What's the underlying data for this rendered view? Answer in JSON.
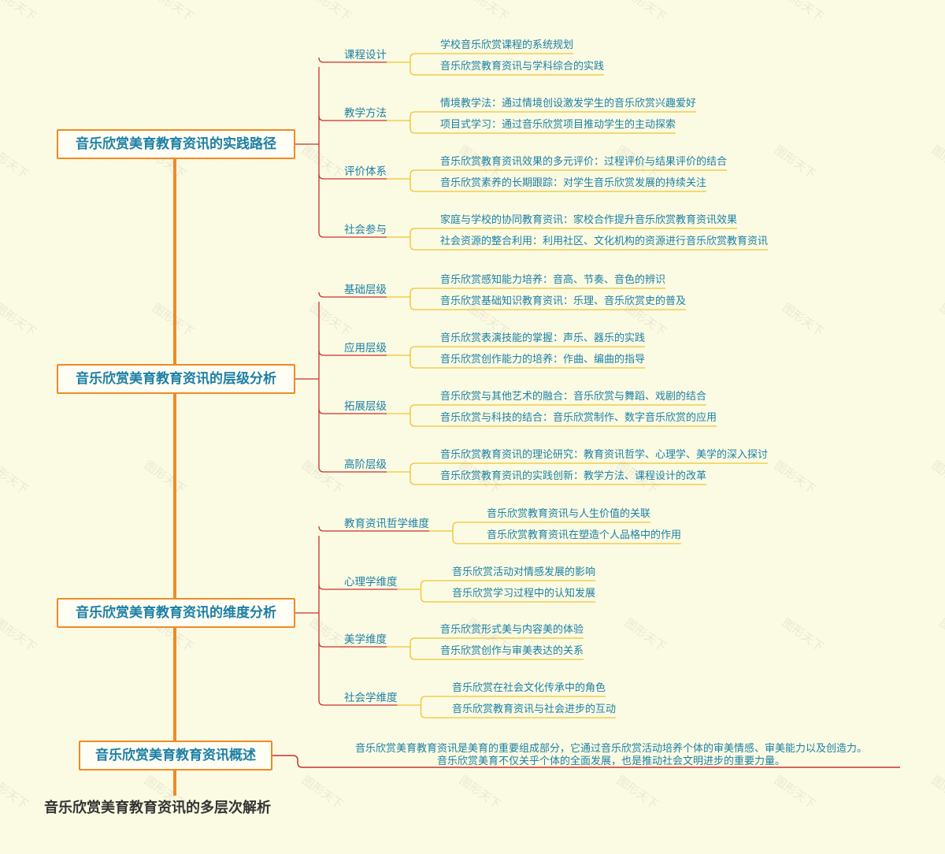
{
  "root": "音乐欣赏美育教育资讯的多层次解析",
  "watermark": "图形天下",
  "branches": [
    {
      "title": "音乐欣赏美育教育资讯的实践路径",
      "groups": [
        {
          "label": "课程设计",
          "items": [
            "学校音乐欣赏课程的系统规划",
            "音乐欣赏教育资讯与学科综合的实践"
          ]
        },
        {
          "label": "教学方法",
          "items": [
            "情境教学法：通过情境创设激发学生的音乐欣赏兴趣爱好",
            "项目式学习：通过音乐欣赏项目推动学生的主动探索"
          ]
        },
        {
          "label": "评价体系",
          "items": [
            "音乐欣赏教育资讯效果的多元评价：过程评价与结果评价的结合",
            "音乐欣赏素养的长期跟踪：对学生音乐欣赏发展的持续关注"
          ]
        },
        {
          "label": "社会参与",
          "items": [
            "家庭与学校的协同教育资讯：家校合作提升音乐欣赏教育资讯效果",
            "社会资源的整合利用：利用社区、文化机构的资源进行音乐欣赏教育资讯"
          ]
        }
      ]
    },
    {
      "title": "音乐欣赏美育教育资讯的层级分析",
      "groups": [
        {
          "label": "基础层级",
          "items": [
            "音乐欣赏感知能力培养：音高、节奏、音色的辨识",
            "音乐欣赏基础知识教育资讯：乐理、音乐欣赏史的普及"
          ]
        },
        {
          "label": "应用层级",
          "items": [
            "音乐欣赏表演技能的掌握：声乐、器乐的实践",
            "音乐欣赏创作能力的培养：作曲、编曲的指导"
          ]
        },
        {
          "label": "拓展层级",
          "items": [
            "音乐欣赏与其他艺术的融合：音乐欣赏与舞蹈、戏剧的结合",
            "音乐欣赏与科技的结合：音乐欣赏制作、数字音乐欣赏的应用"
          ]
        },
        {
          "label": "高阶层级",
          "items": [
            "音乐欣赏教育资讯的理论研究：教育资讯哲学、心理学、美学的深入探讨",
            "音乐欣赏教育资讯的实践创新：教学方法、课程设计的改革"
          ]
        }
      ]
    },
    {
      "title": "音乐欣赏美育教育资讯的维度分析",
      "groups": [
        {
          "label": "教育资讯哲学维度",
          "items": [
            "音乐欣赏教育资讯与人生价值的关联",
            "音乐欣赏教育资讯在塑造个人品格中的作用"
          ]
        },
        {
          "label": "心理学维度",
          "items": [
            "音乐欣赏活动对情感发展的影响",
            "音乐欣赏学习过程中的认知发展"
          ]
        },
        {
          "label": "美学维度",
          "items": [
            "音乐欣赏形式美与内容美的体验",
            "音乐欣赏创作与审美表达的关系"
          ]
        },
        {
          "label": "社会学维度",
          "items": [
            "音乐欣赏在社会文化传承中的角色",
            "音乐欣赏教育资讯与社会进步的互动"
          ]
        }
      ]
    },
    {
      "title": "音乐欣赏美育教育资讯概述",
      "summary": [
        "音乐欣赏美育教育资讯是美育的重要组成部分，它通过音乐欣赏活动培养个体的审美情感、审美能力以及创造力。",
        "音乐欣赏美育不仅关乎个体的全面发展，也是推动社会文明进步的重要力量。"
      ]
    }
  ],
  "colors": {
    "background": "#fbfbe3",
    "trunk": "#f08a23",
    "branch_line": "#c9302c",
    "leaf_line": "#f1c232",
    "text": "#1b7fa4"
  }
}
